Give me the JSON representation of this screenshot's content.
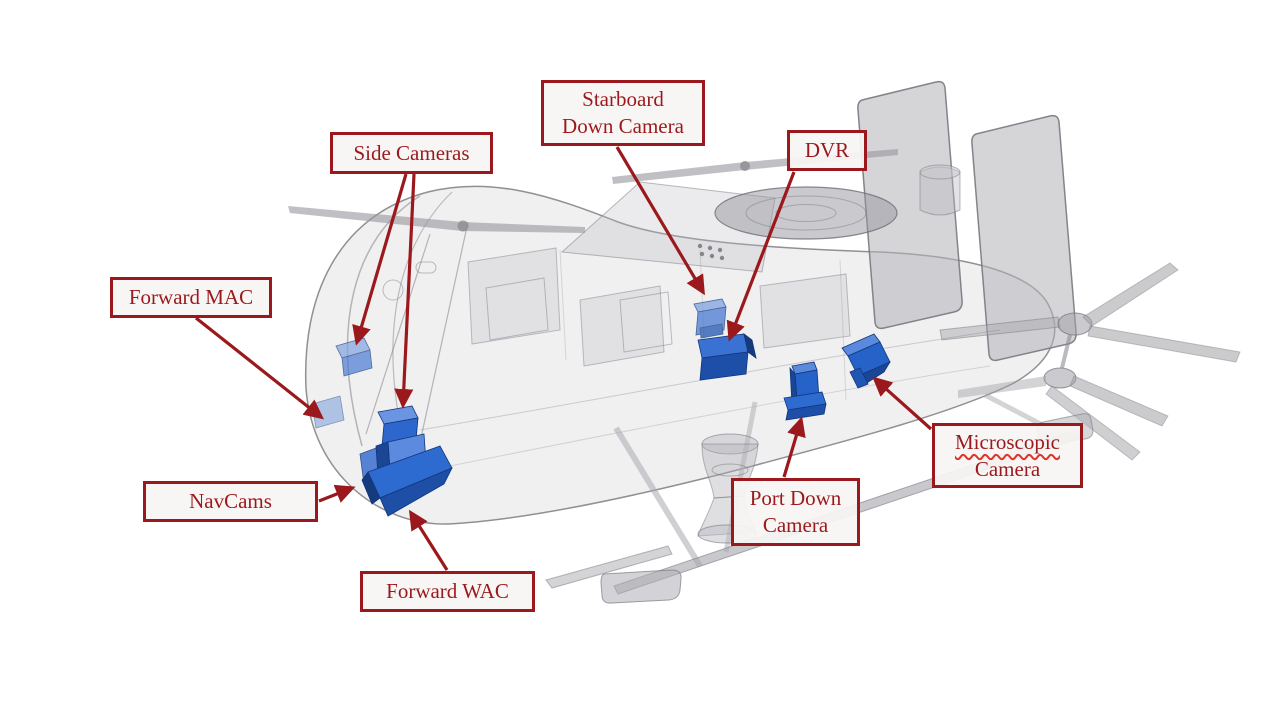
{
  "figure": {
    "type": "annotated engineering cutaway diagram",
    "background": "#ffffff",
    "accent_color": "#9b191c",
    "label_background": "#f6f5f3",
    "highlight_blue": "#2a62c4",
    "spellcheck_underline_color": "#e03428",
    "craft_gray": "#c9c9cd"
  },
  "labels": [
    {
      "id": "side-cameras",
      "lines": [
        "Side Cameras"
      ]
    },
    {
      "id": "starboard-down-camera",
      "lines": [
        "Starboard",
        "Down Camera"
      ]
    },
    {
      "id": "dvr",
      "lines": [
        "DVR"
      ]
    },
    {
      "id": "forward-mac",
      "lines": [
        "Forward MAC"
      ]
    },
    {
      "id": "navcams",
      "lines": [
        "NavCams"
      ]
    },
    {
      "id": "forward-wac",
      "lines": [
        "Forward WAC"
      ]
    },
    {
      "id": "port-down-camera",
      "lines": [
        "Port Down",
        "Camera"
      ]
    },
    {
      "id": "microscopic-camera",
      "lines": [
        "Microscopic",
        "Camera"
      ],
      "spellcheck_underline": "Microscopic"
    }
  ]
}
